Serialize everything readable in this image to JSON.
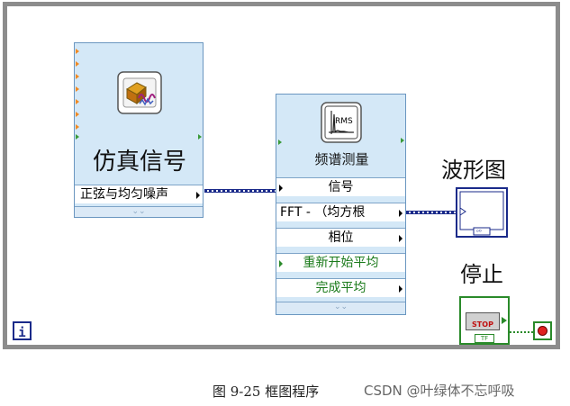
{
  "sim_signal": {
    "title": "仿真信号",
    "output": "正弦与均匀噪声"
  },
  "spectral": {
    "title": "频谱测量",
    "icon_text": "RMS",
    "rows": [
      "信号",
      "FFT - （均方根",
      "相位",
      "重新开始平均",
      "完成平均"
    ]
  },
  "waveform": {
    "label": "波形图"
  },
  "stop": {
    "label": "停止",
    "button_text": "STOP",
    "tf_text": "TF"
  },
  "info_icon": "i",
  "caption": "图 9-25 框图程序",
  "watermark": "CSDN @叶绿体不忘呼吸",
  "colors": {
    "frame": "#8c8c8c",
    "node_bg": "#d4e8f7",
    "wire": "#1a2a8a",
    "stop_green": "#2a8a2a",
    "terminal_orange": "#f08a24"
  }
}
